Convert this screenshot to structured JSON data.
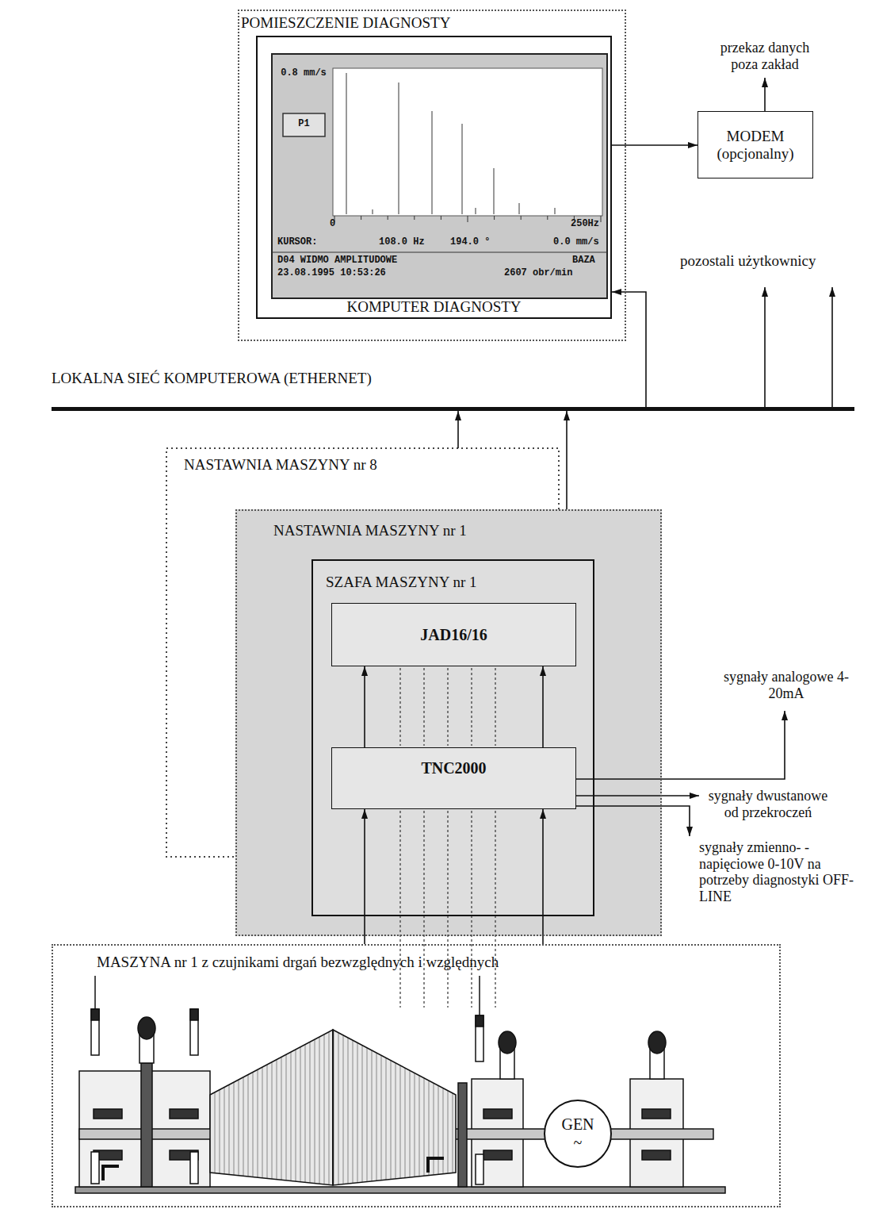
{
  "diagram": {
    "nodes": [
      {
        "text": [
          "POMIESZCZENIE DIAGNOSTY"
        ]
      },
      {
        "text": [
          "KOMPUTER DIAGNOSTY"
        ],
        "in": 0
      },
      {
        "text": [
          "MODEM (opcjonalny)"
        ]
      },
      {
        "text": [
          "LOKALNA SIEĆ KOMPUTEROWA (ETHERNET)"
        ]
      },
      {
        "text": [
          "NASTAWNIA MASZYNY nr 8"
        ]
      },
      {
        "text": [
          "NASTAWNIA MASZYNY nr 1"
        ]
      },
      {
        "text": [
          "SZAFA MASZYNY nr 1"
        ],
        "in": 5
      },
      {
        "text": [
          "JAD16/16"
        ],
        "in": 6
      },
      {
        "text": [
          "TNC2000"
        ],
        "in": 6
      },
      {
        "text": [
          "MASZYNA nr 1 z czujnikami drgań bezwzględnych i względnych"
        ]
      },
      {
        "text": [
          "GEN",
          "~"
        ],
        "in": 9
      }
    ],
    "edges": [
      {
        "from": 1,
        "to": 2,
        "arrow": "to"
      },
      {
        "from": 3,
        "to": 1,
        "arrow": "to"
      },
      {
        "from": 4,
        "to": 3,
        "arrow": "to"
      },
      {
        "from": 5,
        "to": 3,
        "arrow": "to"
      },
      {
        "from": 8,
        "to": 7,
        "arrow": "to"
      },
      {
        "from": 8,
        "to": 7,
        "arrow": "to"
      },
      {
        "from": 9,
        "to": 8,
        "arrow": "to"
      },
      {
        "from": 9,
        "to": 8,
        "arrow": "to"
      }
    ],
    "labels": [
      "przekaz danych poza zakład",
      "pozostali użytkownicy",
      "0.8 mm/s",
      "P1",
      "0",
      "250Hz",
      "KURSOR:",
      "108.0 Hz",
      "194.0 °",
      "0.0 mm/s",
      "D04 WIDMO AMPLITUDOWE",
      "BAZA",
      "23.08.1995 10:53:26",
      "2607 obr/min",
      "sygnały analogowe 4-20mA",
      "sygnały dwustanowe od przekroczeń",
      "sygnały zmienno- -napięciowe 0-10V na potrzeby diagnostyki OFF-LINE"
    ]
  }
}
